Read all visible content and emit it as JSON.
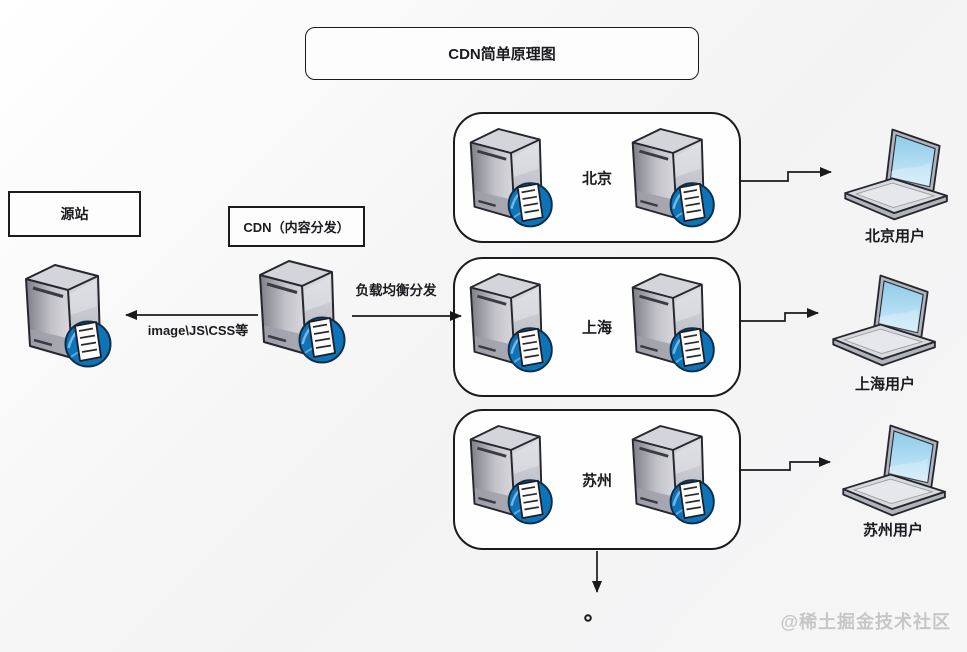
{
  "title": "CDN简单原理图",
  "nodes": {
    "origin_label": "源站",
    "cdn_label": "CDN（内容分发）"
  },
  "edges": {
    "cdn_to_origin": "image\\JS\\CSS等",
    "cdn_to_regions": "负载均衡分发"
  },
  "regions": [
    {
      "name": "北京",
      "user": "北京用户"
    },
    {
      "name": "上海",
      "user": "上海用户"
    },
    {
      "name": "苏州",
      "user": "苏州用户"
    }
  ],
  "watermark": "@稀土掘金技术社区",
  "colors": {
    "line": "#1a1a1a",
    "badge_blue": "#0e74ba",
    "screen_blue": "#a8d8f0",
    "server_gray": "#c2c3c9",
    "watermark_gray": "#c7c7c8"
  }
}
